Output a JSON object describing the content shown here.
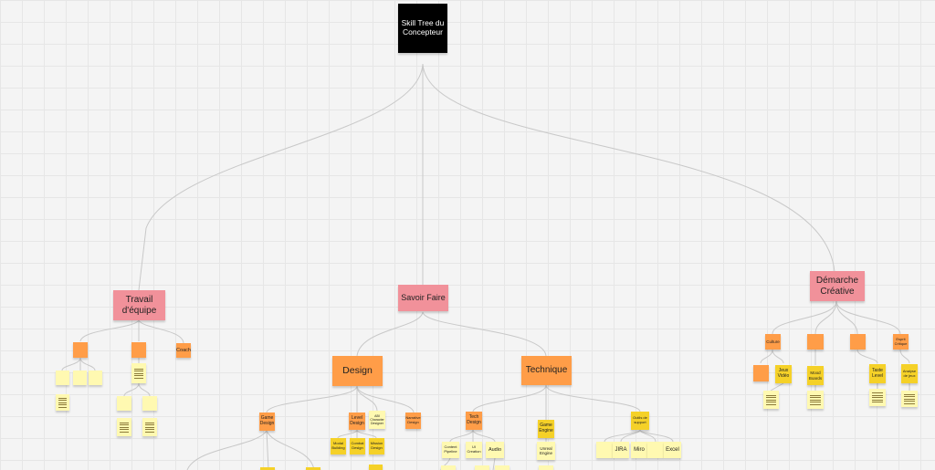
{
  "colors": {
    "connector": "#c8c8c8",
    "root": "#000000",
    "category": "#f1919a",
    "subcategory": "#ff9d48",
    "skill": "#f5d128",
    "detail": "#fff9b1"
  },
  "root": {
    "title": "Skill Tree du Concepteur"
  },
  "branches": [
    {
      "title": "Travail d'équipe"
    },
    {
      "title": "Savoir Faire"
    },
    {
      "title": "Démarche Créative"
    }
  ],
  "savoir_faire": {
    "design": "Design",
    "technique": "Technique"
  },
  "labels": {
    "coach": "Coach",
    "game_design": "Game Design",
    "level_design": "Level Design",
    "abi_design": "ABI Character Designer",
    "narrative_design": "Narrative Design",
    "level_building": "Modal Building",
    "combat_design": "Combat Design",
    "mission_design": "Mission Design",
    "tech_design": "Tech Design",
    "game_engine": "Game Engine",
    "outils": "Outils de support",
    "content_pipeline": "Content Pipeline",
    "ui_creation": "UI Creation",
    "audio": "Audio",
    "unreal": "Unreal Engine",
    "jira": "JIRA",
    "miro": "Miro",
    "excel": "Excel",
    "culture": "Culture",
    "jeux_video": "Jeux Vidéo",
    "mood_boards": "Mood Boards",
    "taste_level": "Taste Level",
    "analyse": "Analyse de jeux",
    "esprit_critique": "Esprit Critique"
  }
}
